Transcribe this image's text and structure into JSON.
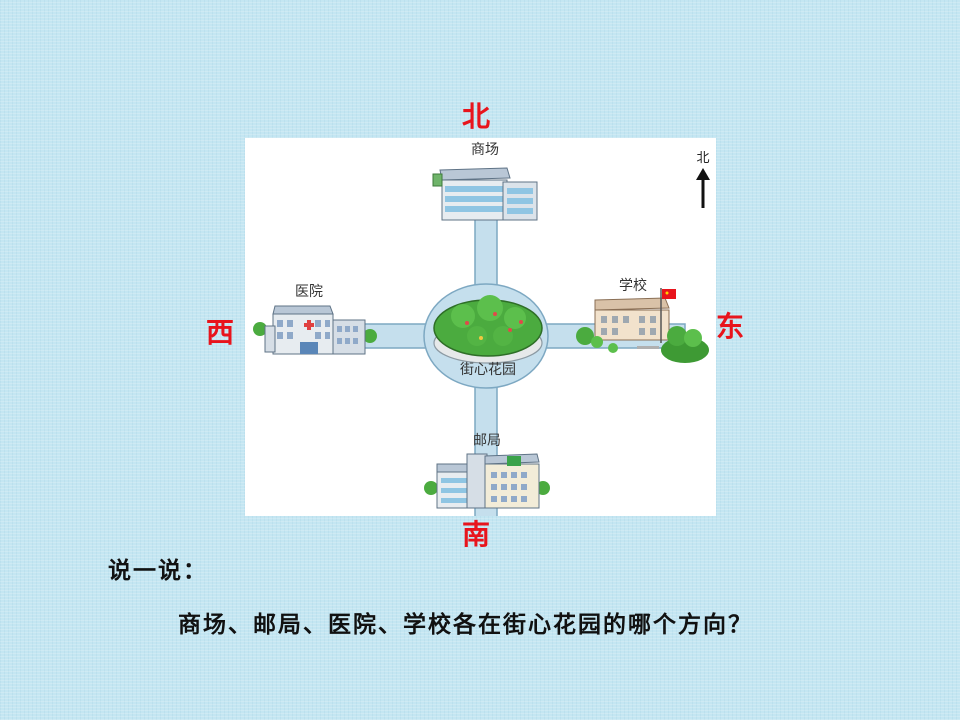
{
  "directions": {
    "north": "北",
    "south": "南",
    "west": "西",
    "east": "东"
  },
  "map": {
    "compass_label": "北",
    "places": {
      "mall": "商场",
      "post_office": "邮局",
      "hospital": "医院",
      "school": "学校",
      "garden": "街心花园"
    }
  },
  "prompt": "说一说：",
  "question": "商场、邮局、医院、学校各在街心花园的哪个方向？",
  "colors": {
    "direction_text": "#e8141c",
    "road": "#c5dfed",
    "road_edge": "#7da8c2",
    "background": "#c4e6f2"
  }
}
